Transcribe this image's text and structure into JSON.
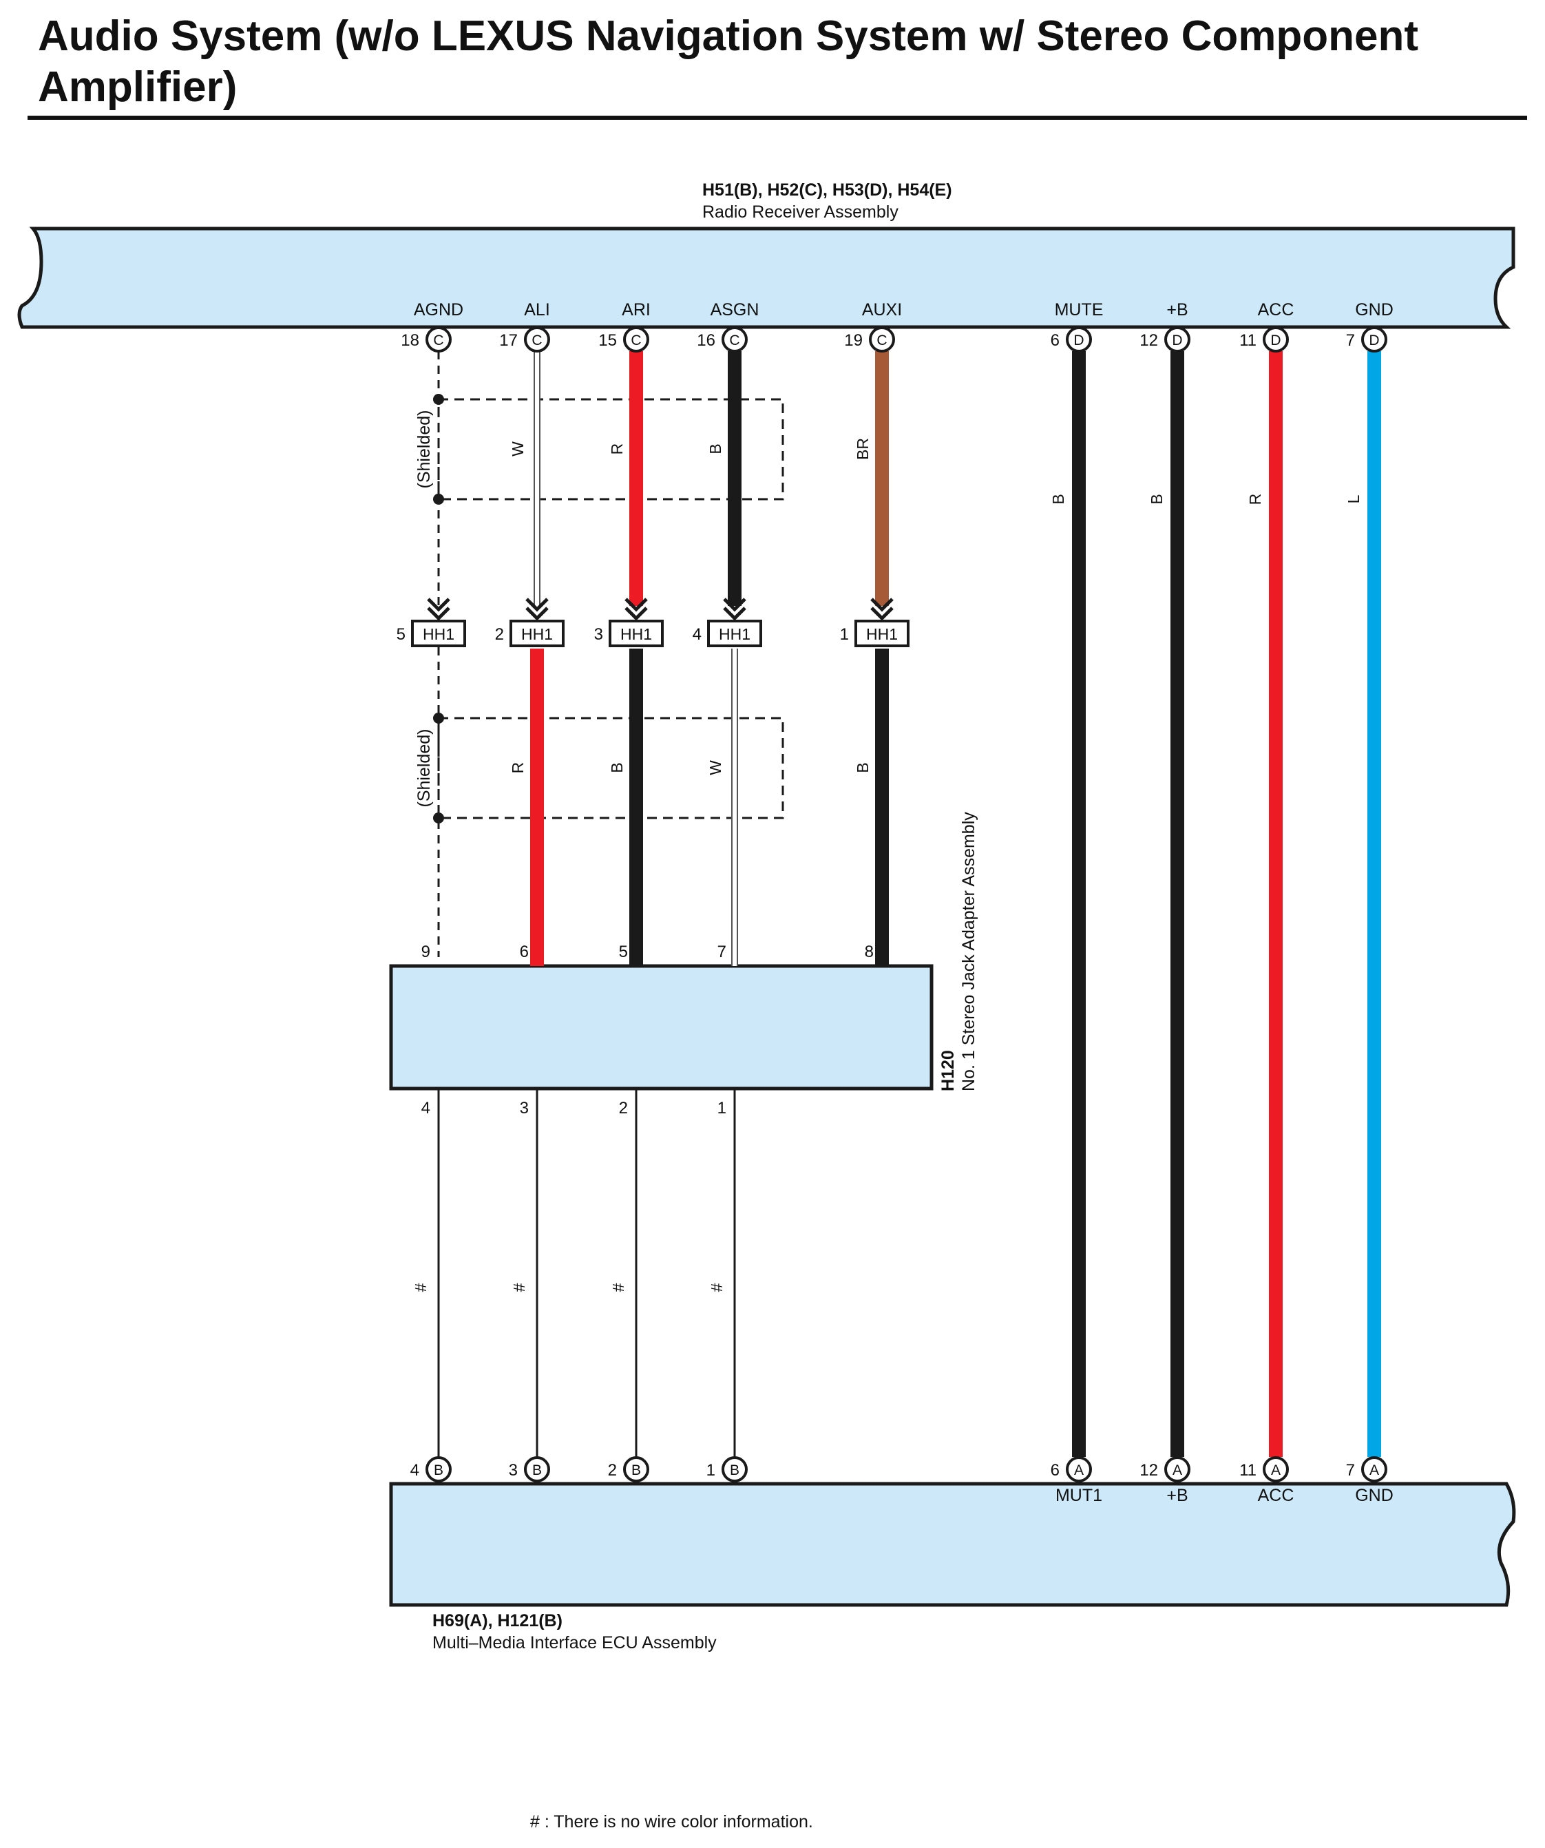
{
  "title": "Audio System (w/o LEXUS Navigation System w/ Stereo Component Amplifier)",
  "colors": {
    "component_fill": "#cde9f9",
    "black": "#1a1a1a",
    "red": "#ed1c24",
    "brown": "#a65a35",
    "blue": "#00a6e6",
    "white_wire": "#ffffff"
  },
  "radio": {
    "connectors": "H51(B), H52(C), H53(D), H54(E)",
    "name": "Radio Receiver Assembly",
    "terminals": [
      {
        "signal": "AGND",
        "pin": "18",
        "connector": "C"
      },
      {
        "signal": "ALI",
        "pin": "17",
        "connector": "C"
      },
      {
        "signal": "ARI",
        "pin": "15",
        "connector": "C"
      },
      {
        "signal": "ASGN",
        "pin": "16",
        "connector": "C"
      },
      {
        "signal": "AUXI",
        "pin": "19",
        "connector": "C"
      },
      {
        "signal": "MUTE",
        "pin": "6",
        "connector": "D"
      },
      {
        "signal": "+B",
        "pin": "12",
        "connector": "D"
      },
      {
        "signal": "ACC",
        "pin": "11",
        "connector": "D"
      },
      {
        "signal": "GND",
        "pin": "7",
        "connector": "D"
      }
    ]
  },
  "shielded_label": "(Shielded)",
  "upper_wires": [
    {
      "color_code": "W",
      "color": "white"
    },
    {
      "color_code": "R",
      "color": "red"
    },
    {
      "color_code": "B",
      "color": "black"
    },
    {
      "color_code": "BR",
      "color": "brown"
    }
  ],
  "long_wires": [
    {
      "color_code": "B",
      "color": "black"
    },
    {
      "color_code": "B",
      "color": "black"
    },
    {
      "color_code": "R",
      "color": "red"
    },
    {
      "color_code": "L",
      "color": "blue"
    }
  ],
  "junction": {
    "name": "HH1",
    "pins": [
      "5",
      "2",
      "3",
      "4",
      "1"
    ]
  },
  "middle_wires": [
    {
      "color_code": "R",
      "color": "red"
    },
    {
      "color_code": "B",
      "color": "black"
    },
    {
      "color_code": "W",
      "color": "white"
    },
    {
      "color_code": "B",
      "color": "black"
    }
  ],
  "adapter": {
    "id": "H120",
    "name": "No. 1 Stereo Jack Adapter Assembly",
    "top_pins": [
      "9",
      "6",
      "5",
      "7",
      "8"
    ],
    "bottom_pins": [
      "4",
      "3",
      "2",
      "1"
    ]
  },
  "unknown_color_code": "#",
  "ecu": {
    "connectors": "H69(A), H121(B)",
    "name": "Multi–Media Interface ECU Assembly",
    "terminals": [
      {
        "pin": "4",
        "connector": "B"
      },
      {
        "pin": "3",
        "connector": "B"
      },
      {
        "pin": "2",
        "connector": "B"
      },
      {
        "pin": "1",
        "connector": "B"
      },
      {
        "pin": "6",
        "connector": "A",
        "signal": "MUT1"
      },
      {
        "pin": "12",
        "connector": "A",
        "signal": "+B"
      },
      {
        "pin": "11",
        "connector": "A",
        "signal": "ACC"
      },
      {
        "pin": "7",
        "connector": "A",
        "signal": "GND"
      }
    ]
  },
  "footnote": "# : There is no wire color information."
}
